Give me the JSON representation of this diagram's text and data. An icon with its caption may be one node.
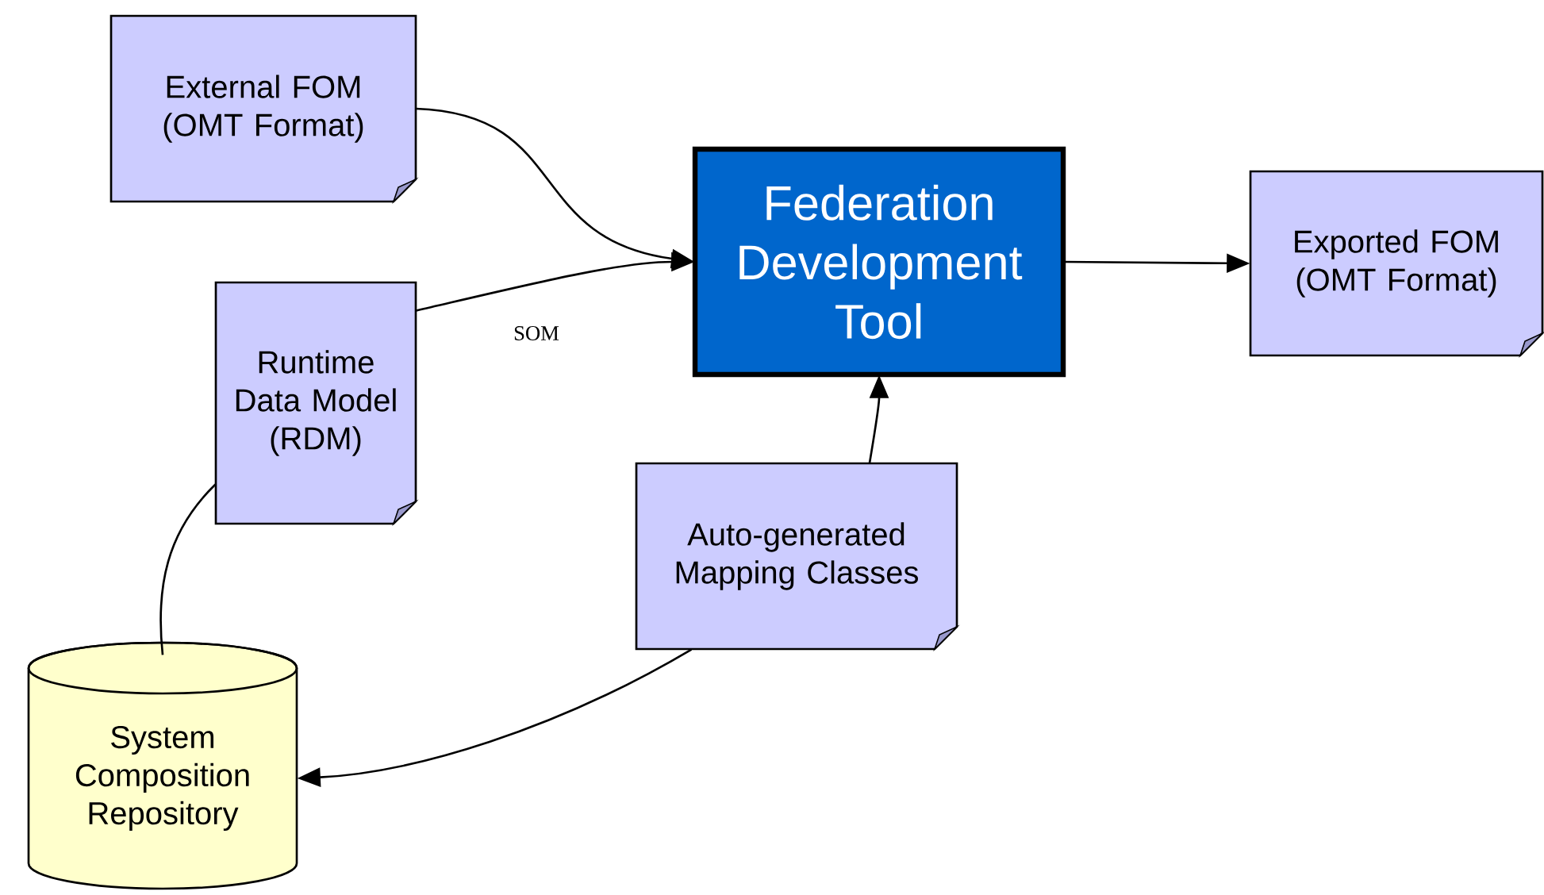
{
  "diagram": {
    "nodes": [
      {
        "text": [
          "External FOM (OMT Format)"
        ]
      },
      {
        "text": [
          "Federation Development Tool"
        ]
      },
      {
        "text": [
          "Exported FOM (OMT Format)"
        ]
      },
      {
        "text": [
          "Runtime Data Model (RDM)"
        ]
      },
      {
        "text": [
          "Auto-generated Mapping Classes"
        ]
      },
      {
        "text": [
          "System Composition Repository"
        ]
      }
    ],
    "edges": [
      {
        "from": 0,
        "to": 1,
        "arrow": "to"
      },
      {
        "from": 3,
        "to": 1,
        "arrow": "to",
        "label": "SOM"
      },
      {
        "from": 1,
        "to": 2,
        "arrow": "to"
      },
      {
        "from": 4,
        "to": 1,
        "arrow": "to"
      },
      {
        "from": 4,
        "to": 5,
        "arrow": "to"
      },
      {
        "from": 3,
        "to": 5,
        "arrow": "none"
      }
    ]
  }
}
